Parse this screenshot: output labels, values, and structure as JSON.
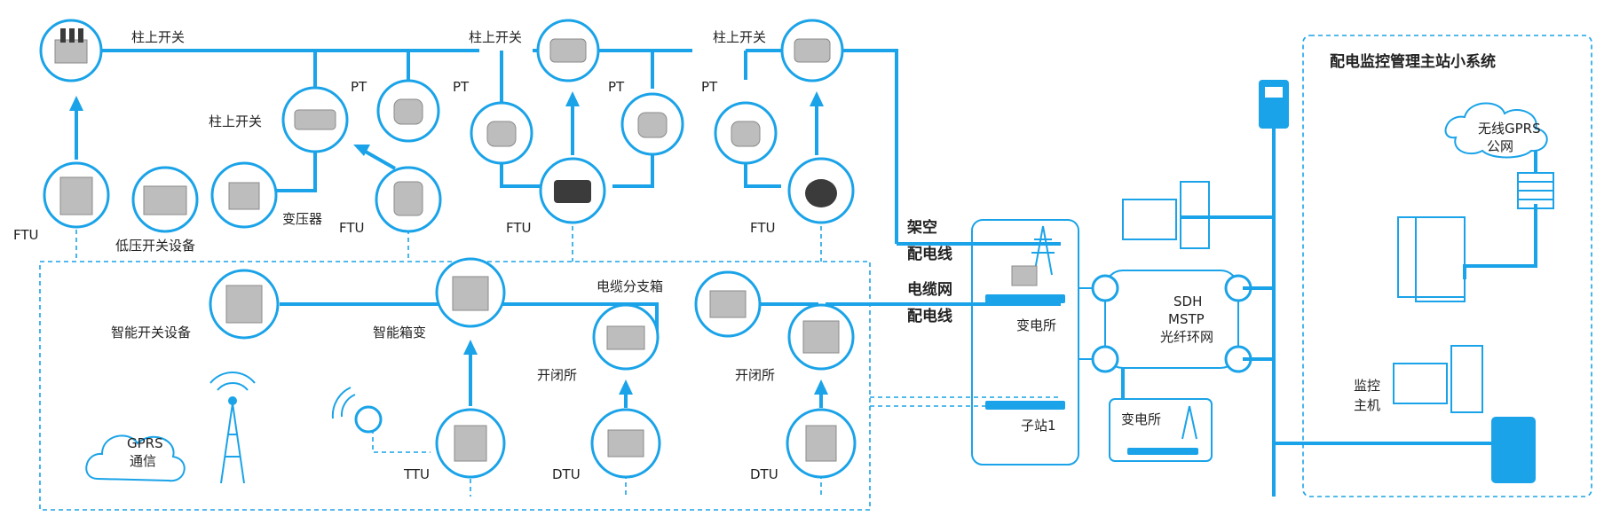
{
  "system_title": "配电监控管理主站小系统",
  "labels": {
    "pole_switch": "柱上开关",
    "pt": "PT",
    "ftu": "FTU",
    "transformer": "变压器",
    "lv_switchgear": "低压开关设备",
    "overhead_line_1": "架空",
    "overhead_line_2": "配电线",
    "cable_line_1": "电缆网",
    "cable_line_2": "配电线",
    "substation": "变电所",
    "substation_2": "变电所",
    "sub_station": "子站1",
    "cable_branch_box": "电缆分支箱",
    "smart_box_transformer": "智能箱变",
    "smart_switchgear": "智能开关设备",
    "switching_station_1": "开闭所",
    "switching_station_2": "开闭所",
    "dtu": "DTU",
    "ttu": "TTU",
    "gprs_comm_1": "GPRS",
    "gprs_comm_2": "通信",
    "sdh_1": "SDH",
    "sdh_2": "MSTP",
    "sdh_3": "光纤环网",
    "gprs_net_1": "无线GPRS",
    "gprs_net_2": "公网",
    "monitor_host_1": "监控",
    "monitor_host_2": "主机"
  },
  "colors": {
    "accent": "#1aa3e8",
    "text": "#222222"
  }
}
